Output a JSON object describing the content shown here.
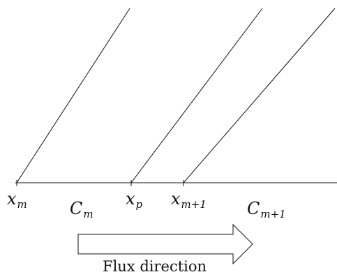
{
  "diagram": {
    "point_labels": [
      {
        "base": "x",
        "sub": "m"
      },
      {
        "base": "x",
        "sub": "p"
      },
      {
        "base": "x",
        "sub": "m+1"
      }
    ],
    "cell_labels": [
      {
        "base": "C",
        "sub": "m"
      },
      {
        "base": "C",
        "sub": "m+1"
      }
    ],
    "arrow_caption": "Flux direction",
    "line_color": "#111111"
  }
}
